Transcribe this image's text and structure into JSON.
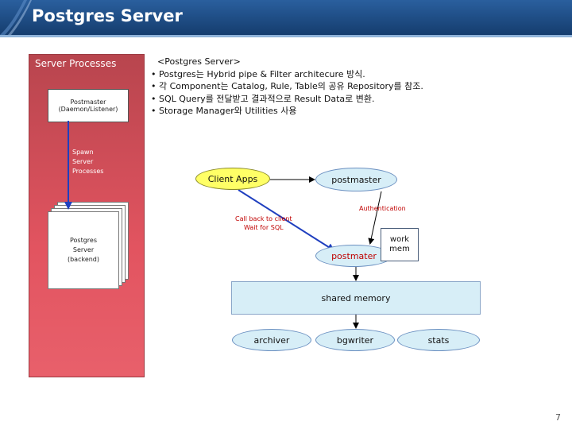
{
  "header": {
    "title": "Postgres Server"
  },
  "panel": {
    "title": "Server Processes",
    "postmaster_box": {
      "line1": "Postmaster",
      "line2": "(Daemon/Listener)"
    },
    "spawn_label": {
      "line1": "Spawn",
      "line2": "Server",
      "line3": "Processes"
    },
    "backend_box": {
      "line1": "Postgres",
      "line2": "Server",
      "line3": "(backend)"
    }
  },
  "bullets": {
    "heading": "<Postgres Server>",
    "items": [
      "Postgres는 Hybrid pipe & Filter architecure 방식.",
      "각 Component는 Catalog, Rule, Table의 공유 Repository를 참조.",
      "SQL Query를 전달받고 결과적으로 Result Data로 변환.",
      "Storage Manager와 Utilities 사용"
    ]
  },
  "diagram": {
    "client_apps": "Client Apps",
    "postmaster_top": "postmaster",
    "authentication": "Authentication",
    "callback": {
      "line1": "Call back to client",
      "line2": "Wait for SQL"
    },
    "postmaster_bottom": "postmater",
    "work_mem": {
      "line1": "work",
      "line2": "mem"
    },
    "shared_memory": "shared memory",
    "archiver": "archiver",
    "bgwriter": "bgwriter",
    "stats": "stats"
  },
  "page_number": "7",
  "colors": {
    "header": "#1f4e8c",
    "panel": "#e25460",
    "client_apps": "#ffff66",
    "process_fill": "#d7eef7",
    "annotation_red": "#c00000",
    "arrow_blue": "#1f3fbf"
  }
}
